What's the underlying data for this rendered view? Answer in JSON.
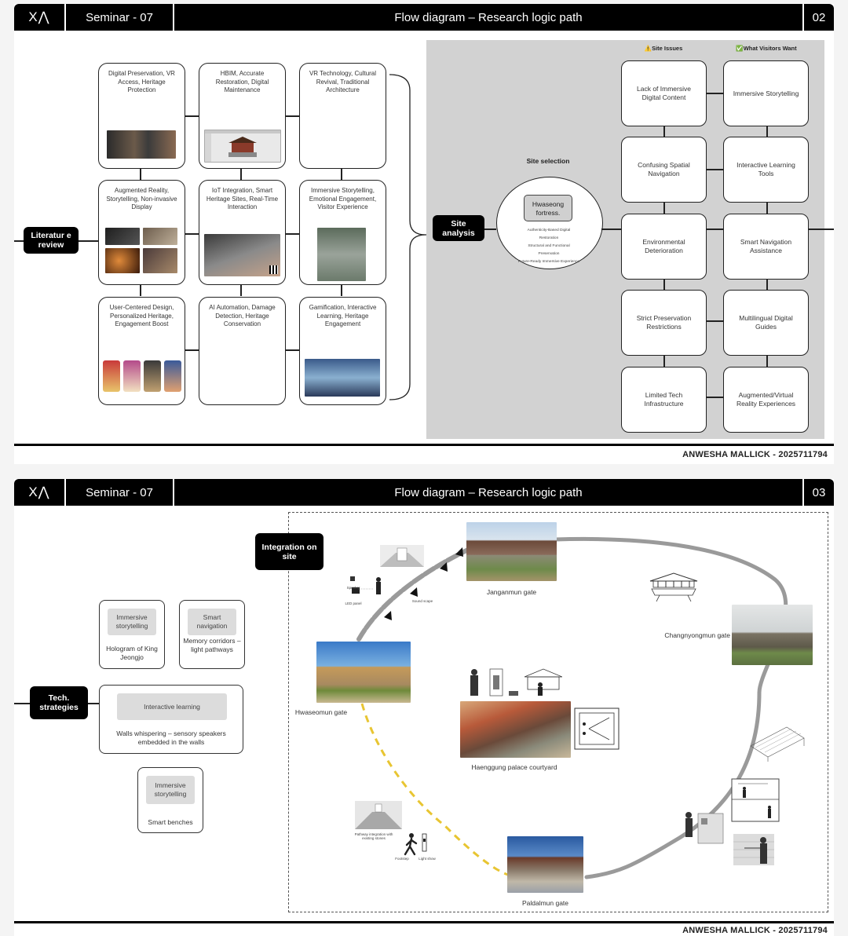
{
  "page1": {
    "logo": "X⋀",
    "seminar": "Seminar - 07",
    "title": "Flow diagram – Research logic path",
    "page_no": "02",
    "literature_pill": "Literatur e review",
    "site_pill": "Site analysis",
    "lit_cards": [
      "Digital Preservation, VR Access, Heritage Protection",
      "HBIM, Accurate Restoration, Digital Maintenance",
      "VR Technology, Cultural Revival, Traditional Architecture",
      "Augmented Reality, Storytelling, Non-invasive Display",
      "IoT Integration, Smart Heritage Sites, Real-Time Interaction",
      "Immersive Storytelling, Emotional Engagement, Visitor Experience",
      "User-Centered Design, Personalized Heritage, Engagement Boost",
      "AI Automation, Damage Detection, Heritage Conservation",
      "Gamification, Interactive Learning, Heritage Engagement"
    ],
    "site_selection": "Site selection",
    "site_name": "Hwaseong fortress.",
    "site_points": [
      "Authenticity-Based Digital",
      "Restoration",
      "Structural and Functional",
      "Preservation",
      "Future-Ready Immersive Experience"
    ],
    "issues_header": "⚠️Site Issues",
    "wants_header": "✅What Visitors Want",
    "issues": [
      "Lack of Immersive Digital Content",
      "Confusing Spatial Navigation",
      "Environmental Deterioration",
      "Strict Preservation Restrictions",
      "Limited Tech Infrastructure"
    ],
    "wants": [
      "Immersive Storytelling",
      "Interactive Learning Tools",
      "Smart Navigation Assistance",
      "Multilingual Digital Guides",
      "Augmented/Virtual Reality Experiences"
    ],
    "author": "ANWESHA MALLICK - 2025711794"
  },
  "page2": {
    "logo": "X⋀",
    "seminar": "Seminar - 07",
    "title": "Flow diagram – Research logic path",
    "page_no": "03",
    "tech_pill": "Tech. strategies",
    "integration_pill": "Integration on site",
    "strategies": {
      "s1_tag": "Immersive storytelling",
      "s1_caption": "Hologram of King Jeongjo",
      "s2_tag": "Smart navigation",
      "s2_caption": "Memory corridors – light pathways",
      "s3_tag": "Interactive learning",
      "s3_caption": "Walls whispering – sensory speakers embedded in the walls",
      "s4_tag": "Immersive storytelling",
      "s4_caption": "Smart benches"
    },
    "gates": {
      "janganmun": "Janganmun gate",
      "changnyongmun": "Changnyongmun gate",
      "hwaseomun": "Hwaseomun gate",
      "haenggung": "Haenggung palace courtyard",
      "paldalmun": "Paldalmun gate"
    },
    "tiny_labels": {
      "speaker": "Speaker",
      "led_panel": "LED panel",
      "sound_scape": "Sound scape",
      "pathway": "Pathway integration with existing stones",
      "footstep": "Footstep",
      "light_show": "Light show"
    },
    "author": "ANWESHA MALLICK - 2025711794"
  }
}
